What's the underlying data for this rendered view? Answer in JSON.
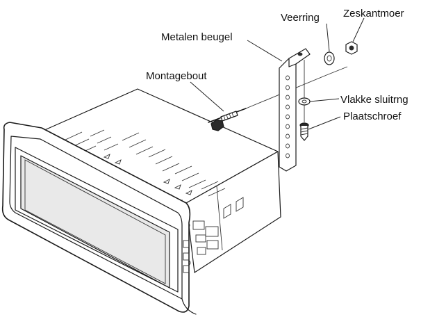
{
  "labels": {
    "veerring": "Veerring",
    "zeskantmoer": "Zeskantmoer",
    "metalen_beugel": "Metalen beugel",
    "montagebout": "Montagebout",
    "vlakke_sluitring": "Vlakke sluitrng",
    "plaatschroef": "Plaatschroef"
  },
  "colors": {
    "line": "#1a1a1a",
    "background": "#ffffff"
  }
}
